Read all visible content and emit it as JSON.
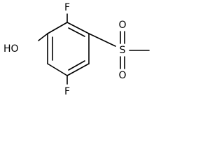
{
  "molecule": {
    "atoms": {
      "f_top": "F",
      "f_bottom": "F",
      "hydroxyl": "HO",
      "sulfur": "S",
      "oxygen_upper": "O",
      "oxygen_lower": "O"
    }
  }
}
